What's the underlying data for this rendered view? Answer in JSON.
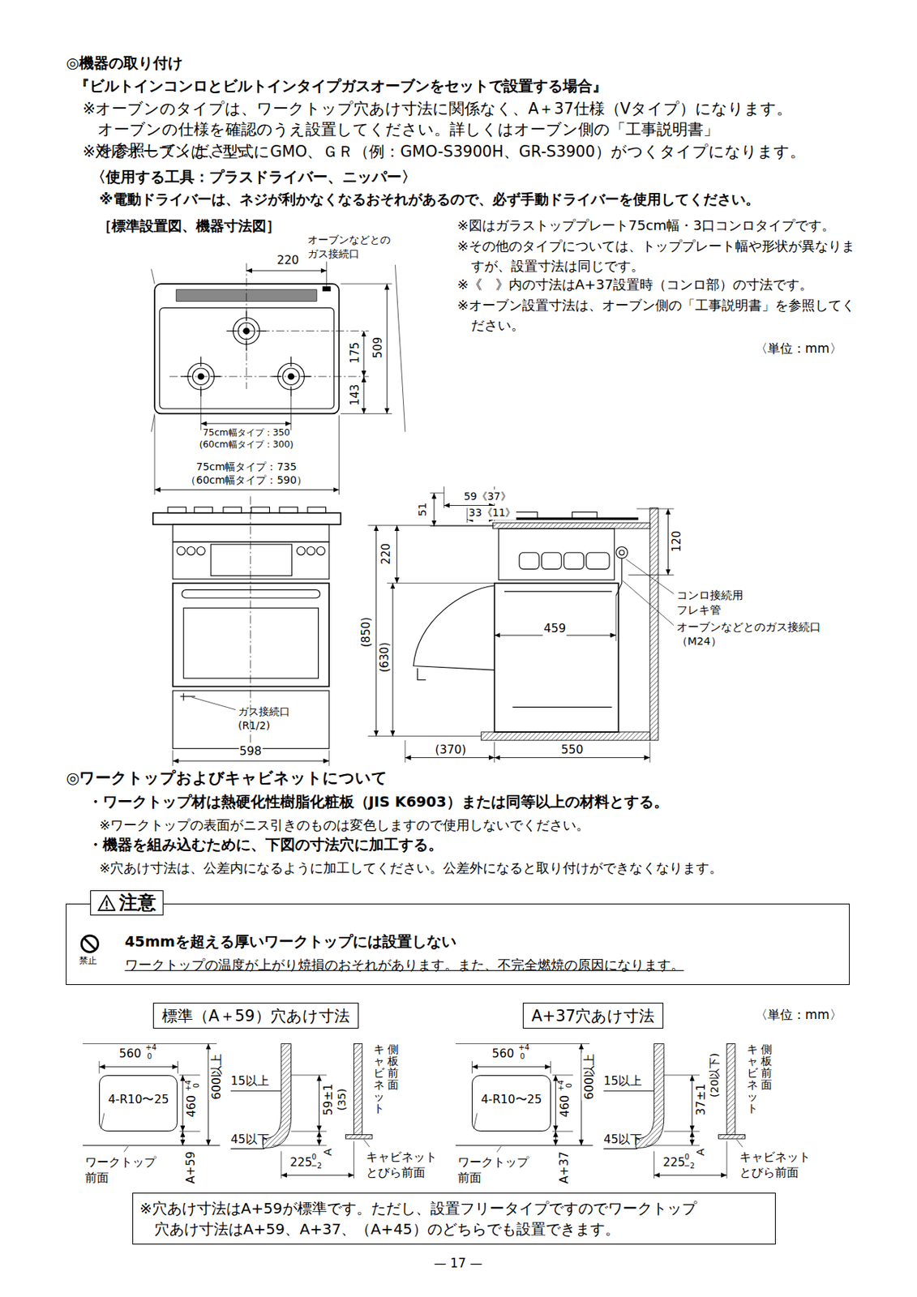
{
  "diagram": {
    "title": "◎機器の取り付け",
    "nodes": [
      {
        "text": [
          "注意",
          "禁止",
          "45mmを超える厚いワークトップには設置しない",
          "ワークトップの温度が上がり焼損のおそれがあります。また、不完全燃焼の原因になります。"
        ]
      },
      {
        "text": [
          "標準（A＋59）穴あけ寸法"
        ]
      },
      {
        "text": [
          "4-R10〜25"
        ]
      },
      {
        "text": [
          "A+37穴あけ寸法"
        ]
      },
      {
        "text": [
          "4-R10〜25"
        ]
      },
      {
        "text": [
          "※穴あけ寸法はA+59が標準です。ただし、設置フリータイプですのでワークトップ 穴あけ寸法はA+59、A+37、（A+45）のどちらでも設置できます。"
        ]
      }
    ],
    "labels": [
      "『ビルトインコンロとビルトインタイプガスオーブンをセットで設置する場合』",
      "※オーブンのタイプは、ワークトップ穴あけ寸法に関係なく、A＋37仕様（Vタイプ）になります。 オーブンの仕様を確認のうえ設置してください。詳しくはオーブン側の「工事説明書」を参照してください。",
      "※対応オーブンは、型式にGMO、ＧＲ（例：GMO-S3900H、GR-S3900）がつくタイプになります。",
      "〈使用する工具：プラスドライバー、ニッパー〉",
      "※電動ドライバーは、ネジが利かなくなるおそれがあるので、必ず手動ドライバーを使用してください。",
      "［標準設置図、機器寸法図］",
      "※図はガラストッププレート75cm幅・3口コンロタイプです。",
      "※その他のタイプについては、トッププレート幅や形状が異なりますが、設置寸法は同じです。",
      "※《　》内の寸法はA+37設置時（コンロ部）の寸法です。",
      "※オーブン設置寸法は、オーブン側の「工事説明書」を参照してください。",
      "〈単位：mm〉",
      "オーブンなどとの ガス接続口",
      "220",
      "175",
      "509",
      "143",
      "75cm幅タイプ：350",
      "(60cm幅タイプ：300)",
      "75cm幅タイプ：735",
      "（60cm幅タイプ：590）",
      "ガス接続口 (R1/2)",
      "598",
      "59《37》",
      "33《11》",
      "51",
      "220",
      "(850)",
      "(630)",
      "459",
      "120",
      "コンロ接続用 フレキ管",
      "オーブンなどとのガス接続口 （M24）",
      "(370)",
      "550",
      "◎ワークトップおよびキャビネットについて",
      "・ワークトップ材は熱硬化性樹脂化粧板（JIS K6903）または同等以上の材料とする。",
      "※ワークトップの表面がニス引きのものは変色しますので使用しないでください。",
      "・機器を組み込むために、下図の寸法穴に加工する。",
      "※穴あけ寸法は、公差内になるように加工してください。公差外になると取り付けができなくなります。",
      "〈単位：mm〉",
      "560",
      "+4",
      "0",
      "460",
      "+4",
      "0",
      "600以上",
      "ワークトップ 前面",
      "A+59",
      "15以上",
      "45以下",
      "59±1",
      "(35)",
      "A",
      "225",
      "0",
      "−2",
      "キャビネット",
      "側板前面",
      "キャビネット とびら前面",
      "560",
      "+4",
      "0",
      "460",
      "+4",
      "0",
      "600以上",
      "ワークトップ 前面",
      "A+37",
      "15以上",
      "45以下",
      "37±1",
      "(20以下)",
      "A",
      "225",
      "0",
      "−2",
      "キャビネット",
      "側板前面",
      "キャビネット とびら前面",
      "— 17 —"
    ]
  }
}
